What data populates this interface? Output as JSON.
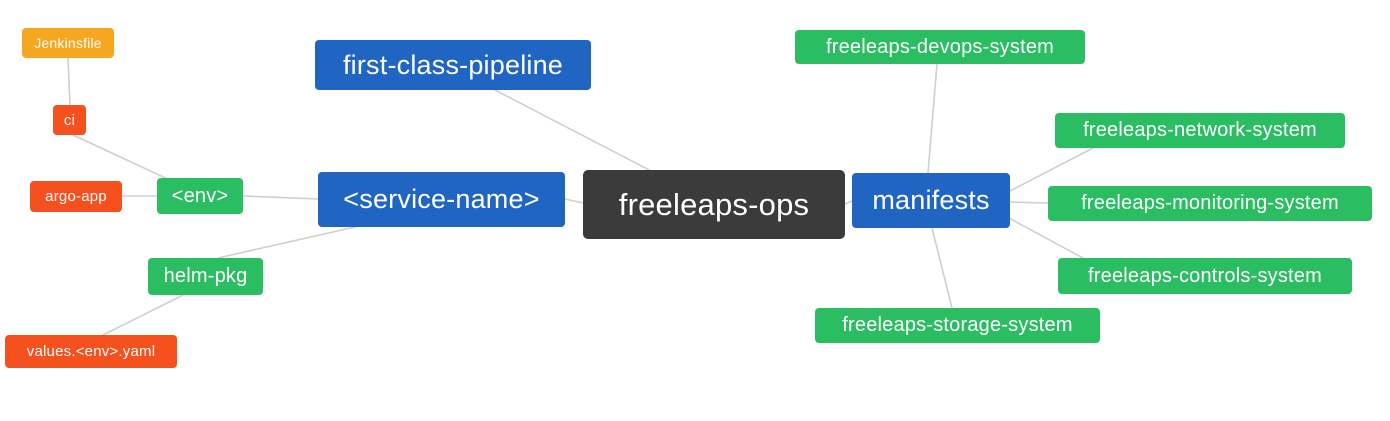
{
  "diagram": {
    "title": "freeleaps-ops mindmap",
    "colors": {
      "root_bg": "#3b3b3b",
      "primary": "#2065c1",
      "secondary": "#2abd62",
      "accent_red": "#f4511e",
      "accent_orange": "#f5a81f",
      "edge": "#cfcfcf",
      "text": "#ffffff",
      "background": "#ffffff"
    },
    "nodes": {
      "freeleaps_ops": {
        "label": "freeleaps-ops"
      },
      "first_class_pipeline": {
        "label": "first-class-pipeline"
      },
      "service_name": {
        "label": "<service-name>"
      },
      "env": {
        "label": "<env>"
      },
      "ci": {
        "label": "ci"
      },
      "jenkinsfile": {
        "label": "Jenkinsfile"
      },
      "argo_app": {
        "label": "argo-app"
      },
      "helm_pkg": {
        "label": "helm-pkg"
      },
      "values_env_yaml": {
        "label": "values.<env>.yaml"
      },
      "manifests": {
        "label": "manifests"
      },
      "devops_system": {
        "label": "freeleaps-devops-system"
      },
      "network_system": {
        "label": "freeleaps-network-system"
      },
      "monitoring_system": {
        "label": "freeleaps-monitoring-system"
      },
      "controls_system": {
        "label": "freeleaps-controls-system"
      },
      "storage_system": {
        "label": "freeleaps-storage-system"
      }
    },
    "edges": [
      {
        "from": "jenkinsfile",
        "to": "ci"
      },
      {
        "from": "ci",
        "to": "env"
      },
      {
        "from": "argo_app",
        "to": "env"
      },
      {
        "from": "env",
        "to": "service_name"
      },
      {
        "from": "helm_pkg",
        "to": "service_name"
      },
      {
        "from": "values_env_yaml",
        "to": "helm_pkg"
      },
      {
        "from": "first_class_pipeline",
        "to": "freeleaps_ops"
      },
      {
        "from": "service_name",
        "to": "freeleaps_ops"
      },
      {
        "from": "freeleaps_ops",
        "to": "manifests"
      },
      {
        "from": "manifests",
        "to": "devops_system"
      },
      {
        "from": "manifests",
        "to": "network_system"
      },
      {
        "from": "manifests",
        "to": "monitoring_system"
      },
      {
        "from": "manifests",
        "to": "controls_system"
      },
      {
        "from": "manifests",
        "to": "storage_system"
      }
    ]
  }
}
